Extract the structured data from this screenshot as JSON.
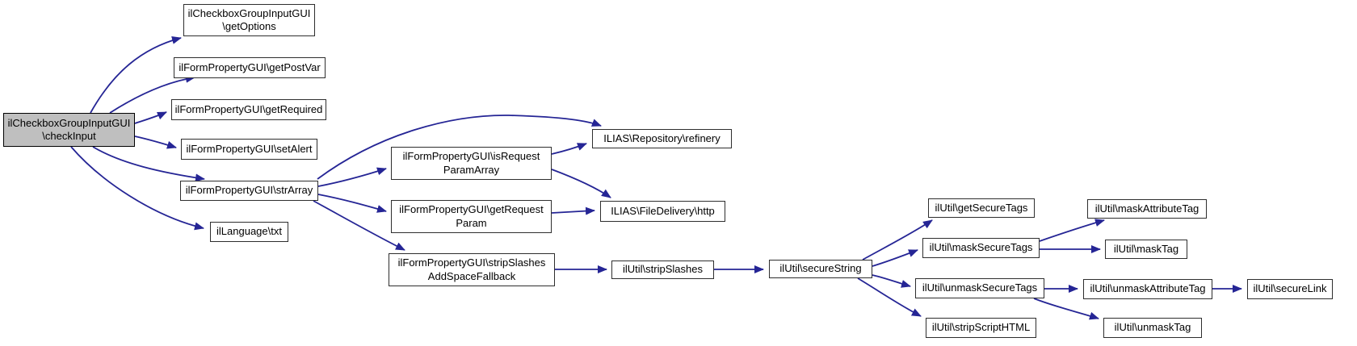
{
  "diagram": {
    "type": "call-graph",
    "background_color": "#ffffff",
    "edge_color": "#252595",
    "node_fill": "#ffffff",
    "node_border_color": "#2e2e2e",
    "highlight_fill": "#bfbfbf",
    "nodes": [
      {
        "id": "check-input",
        "label": "ilCheckboxGroupInputGUI\n\\checkInput",
        "highlighted": true
      },
      {
        "id": "get-options",
        "label": "ilCheckboxGroupInputGUI\n\\getOptions",
        "highlighted": false
      },
      {
        "id": "get-post-var",
        "label": "ilFormPropertyGUI\\getPostVar",
        "highlighted": false
      },
      {
        "id": "get-required",
        "label": "ilFormPropertyGUI\\getRequired",
        "highlighted": false
      },
      {
        "id": "set-alert",
        "label": "ilFormPropertyGUI\\setAlert",
        "highlighted": false
      },
      {
        "id": "str-array",
        "label": "ilFormPropertyGUI\\strArray",
        "highlighted": false
      },
      {
        "id": "txt",
        "label": "ilLanguage\\txt",
        "highlighted": false
      },
      {
        "id": "is-request-param-array",
        "label": "ilFormPropertyGUI\\isRequest\nParamArray",
        "highlighted": false
      },
      {
        "id": "refinery",
        "label": "ILIAS\\Repository\\refinery",
        "highlighted": false
      },
      {
        "id": "get-request-param",
        "label": "ilFormPropertyGUI\\getRequest\nParam",
        "highlighted": false
      },
      {
        "id": "http",
        "label": "ILIAS\\FileDelivery\\http",
        "highlighted": false
      },
      {
        "id": "strip-slashes-add-space-fallback",
        "label": "ilFormPropertyGUI\\stripSlashes\nAddSpaceFallback",
        "highlighted": false
      },
      {
        "id": "strip-slashes",
        "label": "ilUtil\\stripSlashes",
        "highlighted": false
      },
      {
        "id": "secure-string",
        "label": "ilUtil\\secureString",
        "highlighted": false
      },
      {
        "id": "get-secure-tags",
        "label": "ilUtil\\getSecureTags",
        "highlighted": false
      },
      {
        "id": "mask-secure-tags",
        "label": "ilUtil\\maskSecureTags",
        "highlighted": false
      },
      {
        "id": "mask-attribute-tag",
        "label": "ilUtil\\maskAttributeTag",
        "highlighted": false
      },
      {
        "id": "mask-tag",
        "label": "ilUtil\\maskTag",
        "highlighted": false
      },
      {
        "id": "unmask-secure-tags",
        "label": "ilUtil\\unmaskSecureTags",
        "highlighted": false
      },
      {
        "id": "unmask-attribute-tag",
        "label": "ilUtil\\unmaskAttributeTag",
        "highlighted": false
      },
      {
        "id": "secure-link",
        "label": "ilUtil\\secureLink",
        "highlighted": false
      },
      {
        "id": "strip-script-html",
        "label": "ilUtil\\stripScriptHTML",
        "highlighted": false
      },
      {
        "id": "unmask-tag",
        "label": "ilUtil\\unmaskTag",
        "highlighted": false
      }
    ],
    "edges": [
      {
        "from": "check-input",
        "to": "get-options"
      },
      {
        "from": "check-input",
        "to": "get-post-var"
      },
      {
        "from": "check-input",
        "to": "get-required"
      },
      {
        "from": "check-input",
        "to": "set-alert"
      },
      {
        "from": "check-input",
        "to": "str-array"
      },
      {
        "from": "check-input",
        "to": "txt"
      },
      {
        "from": "str-array",
        "to": "refinery"
      },
      {
        "from": "str-array",
        "to": "is-request-param-array"
      },
      {
        "from": "str-array",
        "to": "get-request-param"
      },
      {
        "from": "str-array",
        "to": "strip-slashes-add-space-fallback"
      },
      {
        "from": "is-request-param-array",
        "to": "refinery"
      },
      {
        "from": "is-request-param-array",
        "to": "http"
      },
      {
        "from": "get-request-param",
        "to": "http"
      },
      {
        "from": "strip-slashes-add-space-fallback",
        "to": "strip-slashes"
      },
      {
        "from": "strip-slashes",
        "to": "secure-string"
      },
      {
        "from": "secure-string",
        "to": "get-secure-tags"
      },
      {
        "from": "secure-string",
        "to": "mask-secure-tags"
      },
      {
        "from": "secure-string",
        "to": "unmask-secure-tags"
      },
      {
        "from": "secure-string",
        "to": "strip-script-html"
      },
      {
        "from": "mask-secure-tags",
        "to": "mask-attribute-tag"
      },
      {
        "from": "mask-secure-tags",
        "to": "mask-tag"
      },
      {
        "from": "unmask-secure-tags",
        "to": "unmask-attribute-tag"
      },
      {
        "from": "unmask-secure-tags",
        "to": "unmask-tag"
      },
      {
        "from": "unmask-attribute-tag",
        "to": "secure-link"
      }
    ]
  }
}
